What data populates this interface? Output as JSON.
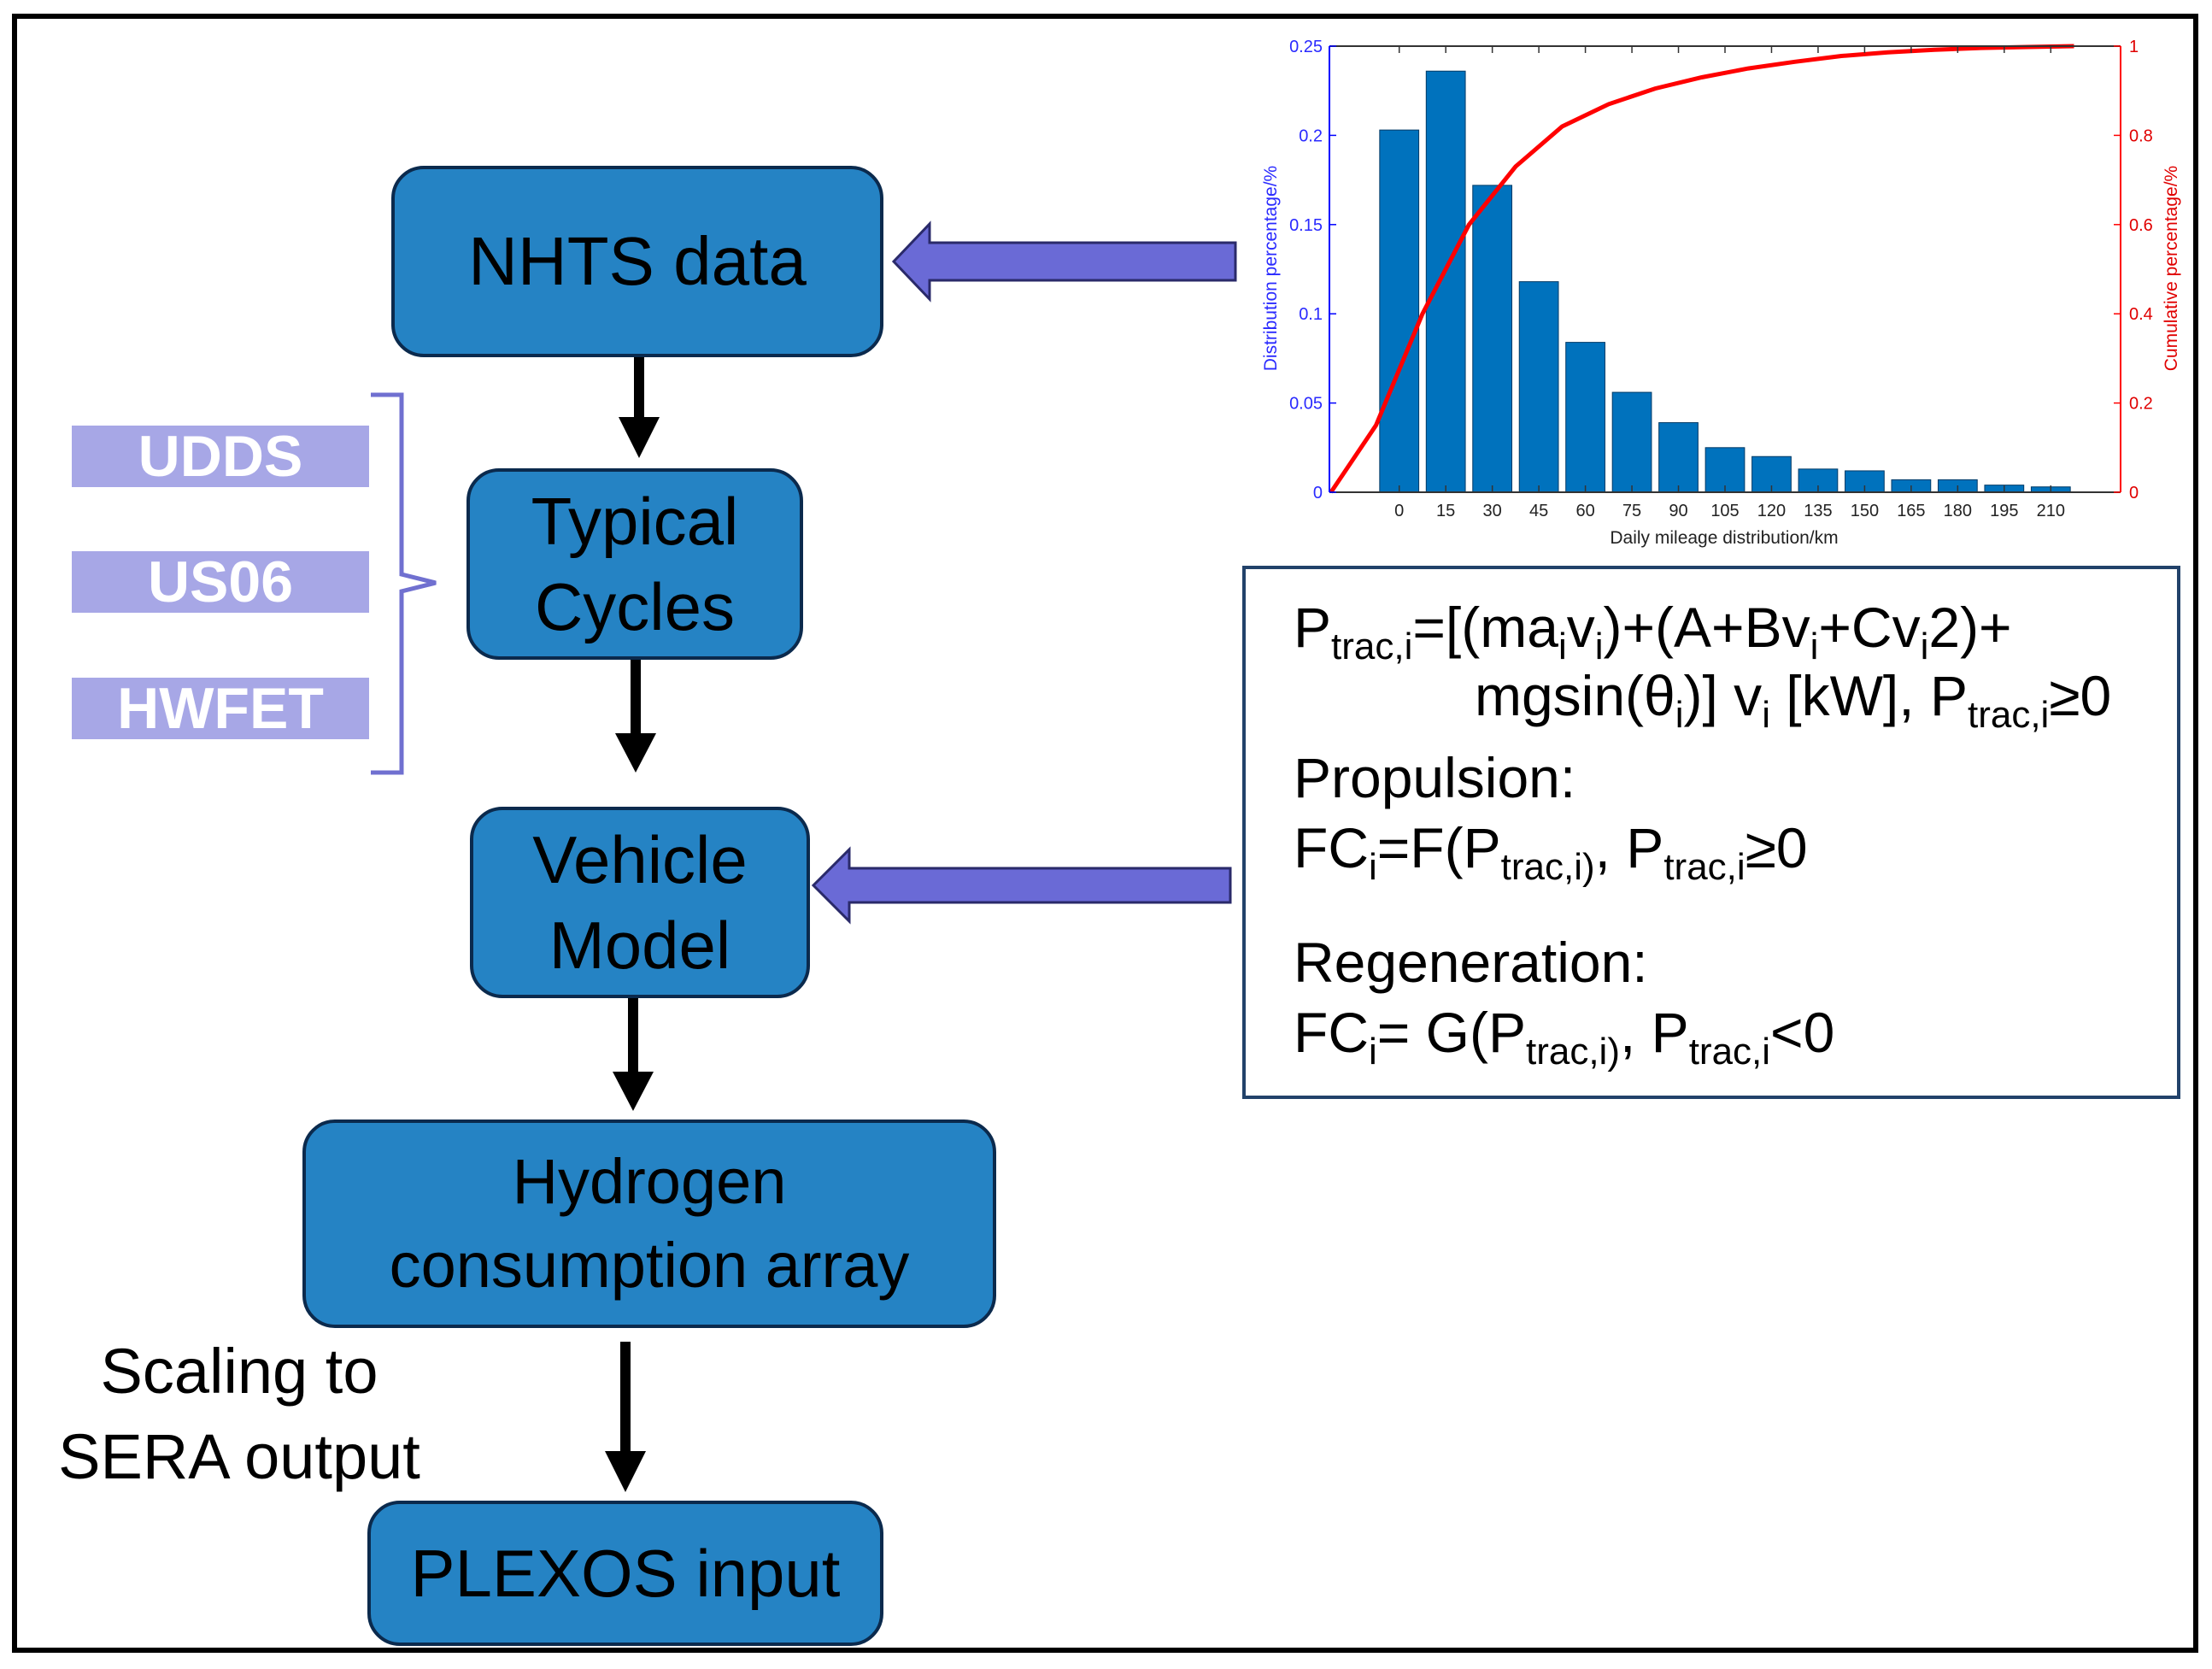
{
  "flow": {
    "nhts": "NHTS data",
    "typical_line1": "Typical",
    "typical_line2": "Cycles",
    "vehicle_line1": "Vehicle",
    "vehicle_line2": "Model",
    "hydrogen_line1": "Hydrogen",
    "hydrogen_line2": "consumption array",
    "scaling_line1": "Scaling to",
    "scaling_line2": "SERA output",
    "plexos": "PLEXOS input"
  },
  "cycles": [
    "UDDS",
    "US06",
    "HWFET"
  ],
  "equations": {
    "p": "P",
    "trac_i": "trac,i",
    "i": "i",
    "trac_i_paren": "trac,i)",
    "line1_a": "=[(ma",
    "line1_b": "v",
    "line1_c": ")+(A+Bv",
    "line1_d": "+Cv",
    "line1_e": "2)+",
    "line2_a": "mgsin(θ",
    "line2_b": ")] v",
    "line2_c": "  [kW], P",
    "ge0": "≥0",
    "lt0": "<0",
    "propulsion": "Propulsion:",
    "fc": "FC",
    "prop_eq": "=F(P",
    "paren_comma": "), P",
    "regeneration": "Regeneration:",
    "regen_eq": "= G(P"
  },
  "colors": {
    "box_fill": "#2583c4",
    "box_border": "#0b2a4d",
    "cycle_fill": "#a7a7e6",
    "arrow_fill": "#6a6ad6",
    "bar": "#0072bd",
    "cumulative": "#ff0000",
    "left_axis": "#0000ff",
    "right_axis": "#ff0000"
  },
  "chart_data": {
    "type": "bar",
    "categories": [
      "0",
      "15",
      "30",
      "45",
      "60",
      "75",
      "90",
      "105",
      "120",
      "135",
      "150",
      "165",
      "180",
      "195",
      "210"
    ],
    "series": [
      {
        "values": [
          0.203,
          0.236,
          0.172,
          0.118,
          0.084,
          0.056,
          0.039,
          0.025,
          0.02,
          0.013,
          0.012,
          0.007,
          0.007,
          0.004,
          0.003
        ]
      }
    ],
    "cumulative": {
      "x": [
        -22,
        -7.5,
        7.5,
        22.5,
        37.5,
        52.5,
        67.5,
        82.5,
        97.5,
        112.5,
        127.5,
        142.5,
        157.5,
        172.5,
        187.5,
        202.5,
        217.5
      ],
      "values": [
        0,
        0.15,
        0.4,
        0.6,
        0.73,
        0.82,
        0.87,
        0.905,
        0.93,
        0.95,
        0.965,
        0.978,
        0.986,
        0.992,
        0.996,
        0.998,
        1.0
      ]
    },
    "xlabel": "Daily mileage distribution/km",
    "ylabel": "Distribution percentage/%",
    "y2label": "Cumulative percentage/%",
    "ylim": [
      0,
      0.25
    ],
    "y2lim": [
      0,
      1
    ],
    "yticks": [
      "0",
      "0.05",
      "0.1",
      "0.15",
      "0.2",
      "0.25"
    ],
    "y2ticks": [
      "0",
      "0.2",
      "0.4",
      "0.6",
      "0.8",
      "1"
    ],
    "grid": false
  }
}
